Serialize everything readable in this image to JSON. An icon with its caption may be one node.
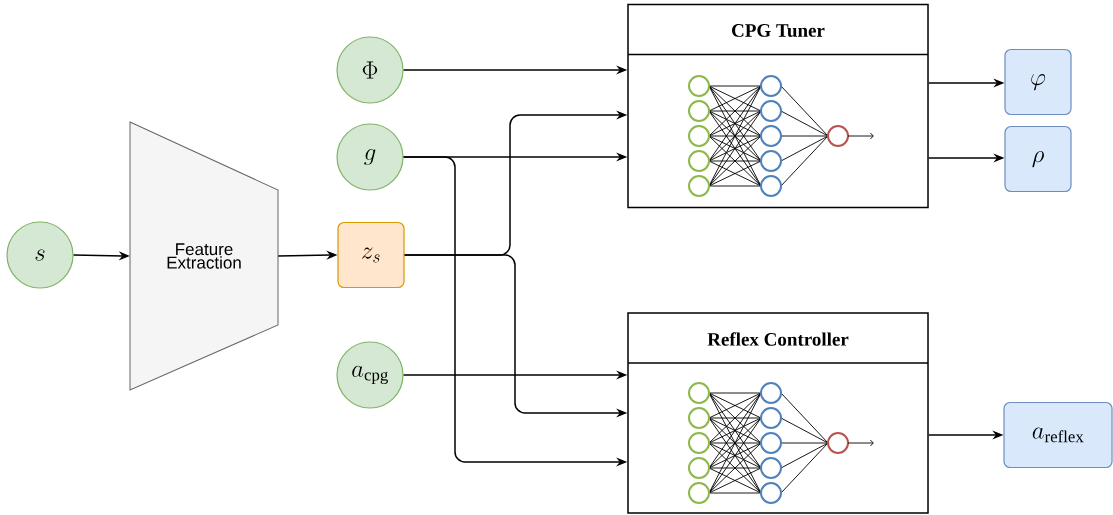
{
  "diagram": {
    "nodes": [
      {
        "text": [
          "s"
        ]
      },
      {
        "text": [
          "Feature Extraction"
        ]
      },
      {
        "text": [
          "z_s"
        ]
      },
      {
        "text": [
          "\\Phi"
        ]
      },
      {
        "text": [
          "g"
        ]
      },
      {
        "text": [
          "a_{\\mathrm{cpg}}"
        ]
      },
      {
        "text": [
          "CPG Tuner"
        ]
      },
      {
        "text": [
          "Reflex Controller"
        ]
      },
      {
        "text": [
          "\\varphi"
        ]
      },
      {
        "text": [
          "\\rho"
        ]
      },
      {
        "text": [
          "a_{\\mathrm{reflex}}"
        ]
      }
    ],
    "edges": [
      {
        "from": 0,
        "to": 1,
        "arrow": "to"
      },
      {
        "from": 1,
        "to": 2,
        "arrow": "to"
      },
      {
        "from": 3,
        "to": 6,
        "arrow": "to"
      },
      {
        "from": 2,
        "to": 6,
        "arrow": "to"
      },
      {
        "from": 4,
        "to": 6,
        "arrow": "to"
      },
      {
        "from": 5,
        "to": 7,
        "arrow": "to"
      },
      {
        "from": 2,
        "to": 7,
        "arrow": "to"
      },
      {
        "from": 4,
        "to": 7,
        "arrow": "to"
      },
      {
        "from": 6,
        "to": 8,
        "arrow": "to"
      },
      {
        "from": 6,
        "to": 9,
        "arrow": "to"
      },
      {
        "from": 7,
        "to": 10,
        "arrow": "to"
      }
    ]
  }
}
